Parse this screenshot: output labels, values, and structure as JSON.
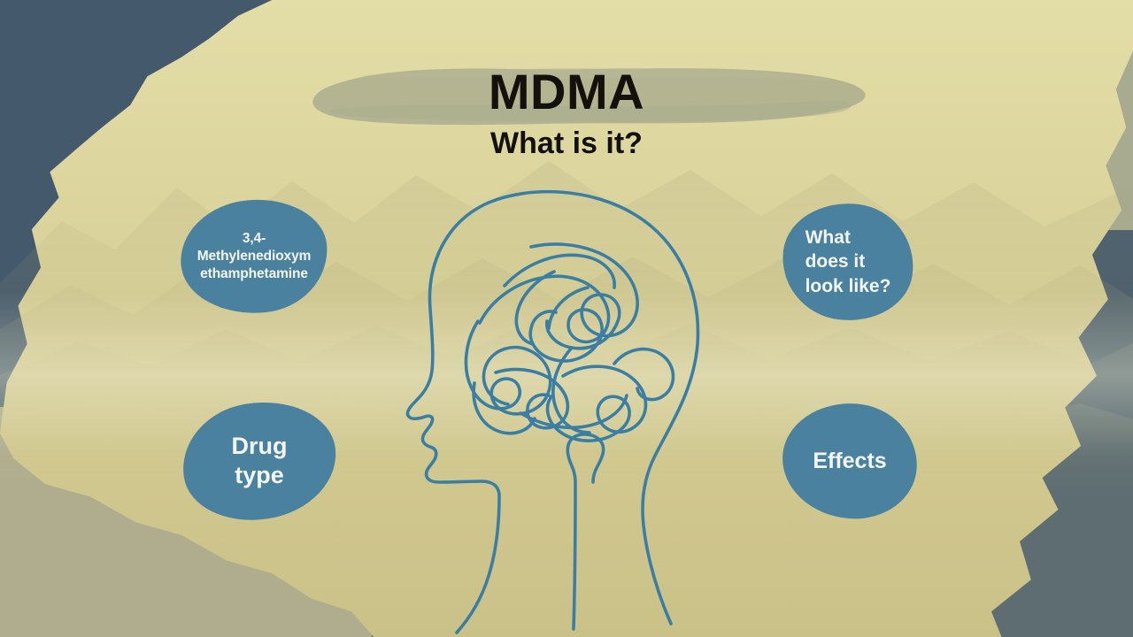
{
  "slide": {
    "title_main": "MDMA",
    "title_sub": "What is it?",
    "illustration_name": "head-profile-with-tangled-brain-line-art"
  },
  "palette": {
    "paper_light": "#e3dda7",
    "paper_dark": "#c9c087",
    "corner_slate": "#44596b",
    "corner_sage": "#a9ab91",
    "corner_khaki_gray": "#a8a78e",
    "bubble_blue": "#4a819f",
    "line_blue": "#3a7fa3",
    "brush_sage": "#a9ac8e",
    "heading_black": "#14100c",
    "bubble_text": "#f4f7f8"
  },
  "bubbles": [
    {
      "id": "chemical-name",
      "label": "3,4-\nMethylenedioxym\nethamphetamine",
      "position": "top-left"
    },
    {
      "id": "appearance",
      "label": "What\ndoes it\nlook like?",
      "position": "top-right"
    },
    {
      "id": "drug-type",
      "label": "Drug\ntype",
      "position": "bottom-left"
    },
    {
      "id": "effects",
      "label": "Effects",
      "position": "bottom-right"
    }
  ]
}
